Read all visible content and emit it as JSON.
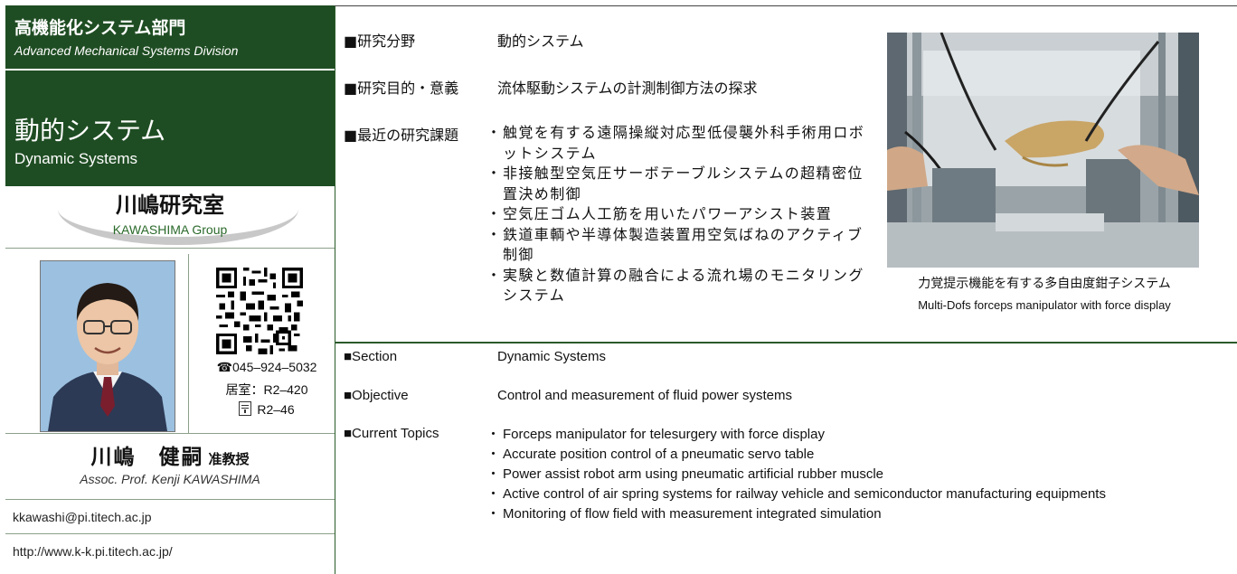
{
  "division": {
    "jp": "高機能化システム部門",
    "en": "Advanced Mechanical Systems Division"
  },
  "lab_area": {
    "jp": "動的システム",
    "en": "Dynamic Systems"
  },
  "group": {
    "jp": "川嶋研究室",
    "en": "KAWASHIMA Group"
  },
  "contact": {
    "phone": "☎045–924–5032",
    "room": "居室：R2–420",
    "mailbox": "R2–46"
  },
  "person": {
    "name": "川嶋　健嗣",
    "title": "准教授",
    "name_en": "Assoc. Prof. Kenji KAWASHIMA"
  },
  "email": "kkawashi@pi.titech.ac.jp",
  "url": "http://www.k-k.pi.titech.ac.jp/",
  "jp": {
    "field_label": "■研究分野",
    "field_value": "動的システム",
    "purpose_label": "■研究目的・意義",
    "purpose_value": "流体駆動システムの計測制御方法の探求",
    "topics_label": "■最近の研究課題",
    "topics": [
      "触覚を有する遠隔操縦対応型低侵襲外科手術用ロボットシステム",
      "非接触型空気圧サーボテーブルシステムの超精密位置決め制御",
      "空気圧ゴム人工筋を用いたパワーアシスト装置",
      "鉄道車輌や半導体製造装置用空気ばねのアクティブ制御",
      "実験と数値計算の融合による流れ場のモニタリングシステム"
    ]
  },
  "photo_caption": {
    "jp": "力覚提示機能を有する多自由度鉗子システム",
    "en": "Multi-Dofs forceps manipulator with force display"
  },
  "en": {
    "section_label": "■Section",
    "section_value": "Dynamic Systems",
    "objective_label": "■Objective",
    "objective_value": "Control and measurement of fluid power systems",
    "topics_label": "■Current Topics",
    "topics": [
      "Forceps manipulator for telesurgery with force display",
      "Accurate position control of a pneumatic servo table",
      "Power assist robot arm using pneumatic artificial rubber muscle",
      "Active control of air spring systems for railway vehicle and semiconductor manufacturing equipments",
      "Monitoring of flow field with measurement integrated simulation"
    ]
  }
}
